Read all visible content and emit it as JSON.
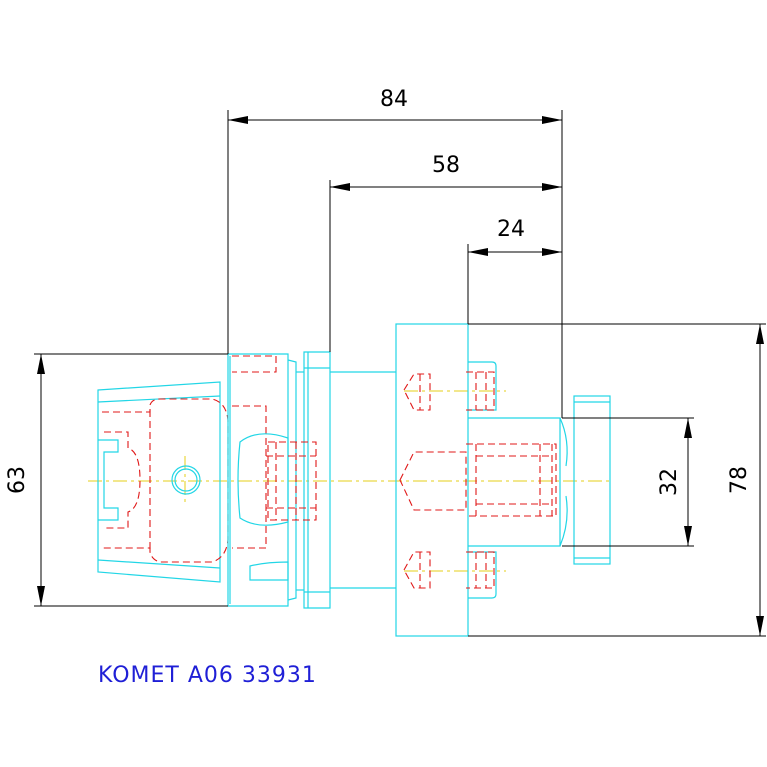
{
  "drawing": {
    "caption": "KOMET A06 33931",
    "dimensions": {
      "overall_length": "84",
      "middle_length": "58",
      "short_length": "24",
      "left_diameter": "63",
      "small_diameter": "32",
      "flange_diameter": "78"
    }
  }
}
